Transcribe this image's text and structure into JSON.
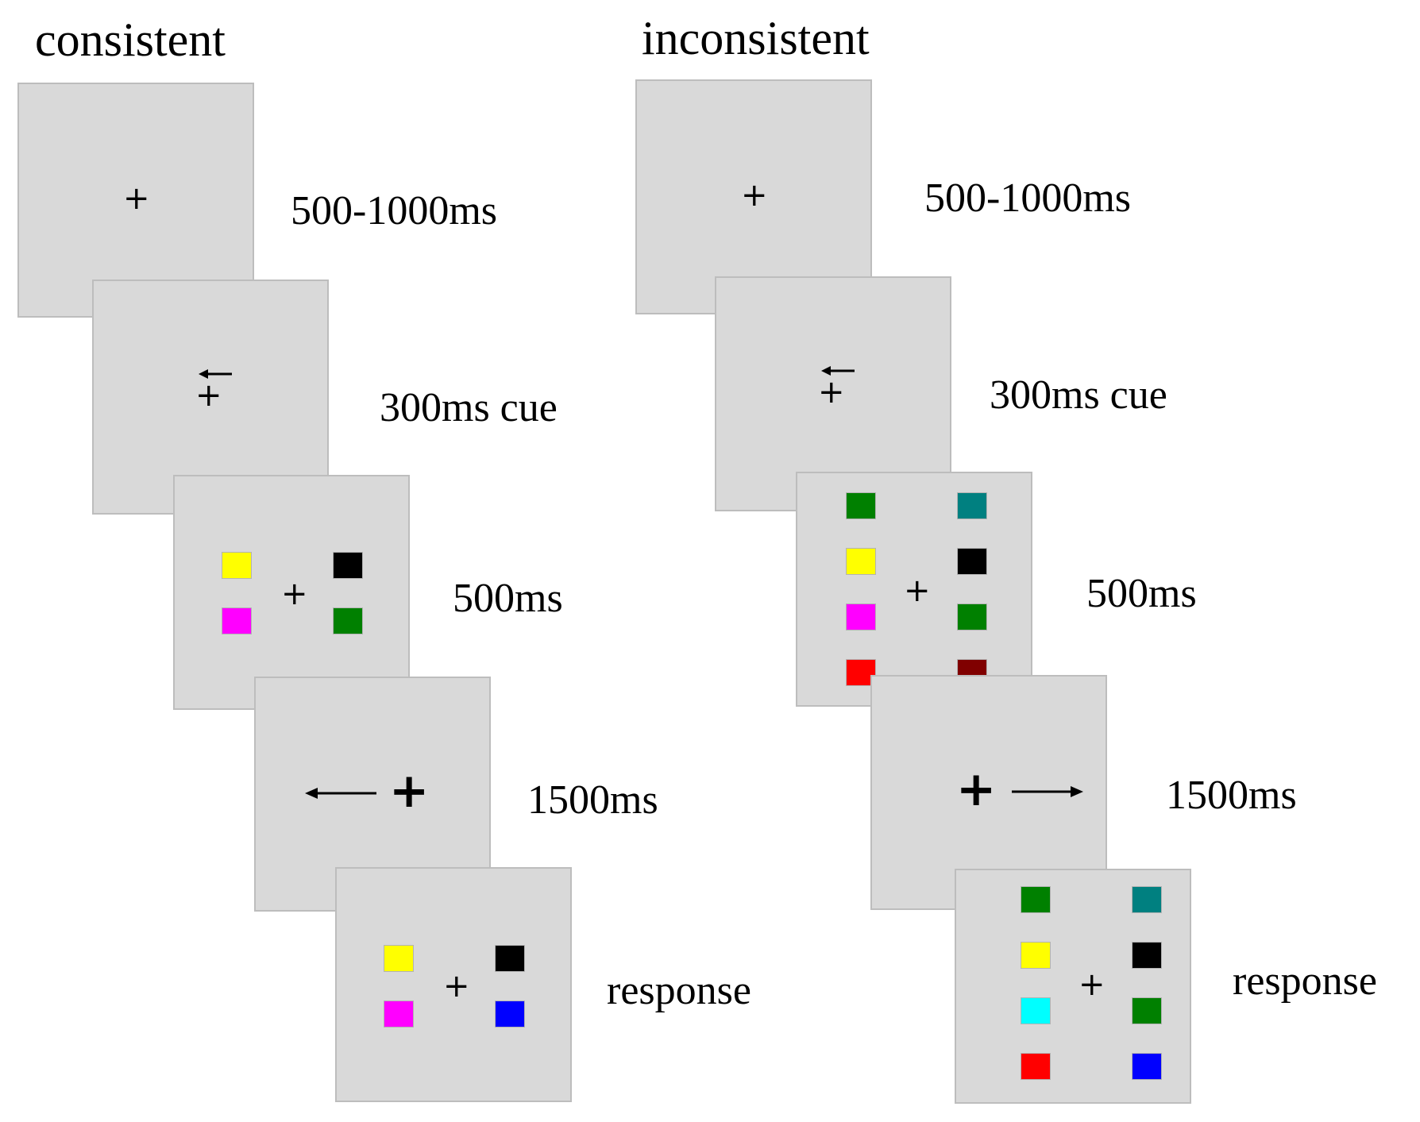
{
  "headings": {
    "left": "consistent",
    "right": "inconsistent"
  },
  "glyphs": {
    "cross": "+"
  },
  "colors": {
    "frame_bg": "#d9d9d9",
    "frame_border": "#bdbdbd",
    "yellow": "#ffff00",
    "magenta": "#ff00ff",
    "black": "#000000",
    "green": "#008000",
    "blue": "#0000ff",
    "teal": "#008080",
    "red": "#ff0000",
    "dark_red": "#800000",
    "cyan": "#00ffff"
  },
  "consistent": {
    "fixation": {
      "label": "500-1000ms"
    },
    "cue": {
      "label": "300ms cue",
      "direction": "left"
    },
    "memory": {
      "label": "500ms",
      "left_colors": [
        "yellow",
        "magenta"
      ],
      "right_colors": [
        "black",
        "green"
      ]
    },
    "delay": {
      "label": "1500ms",
      "direction": "left"
    },
    "test": {
      "label": "response",
      "left_colors": [
        "yellow",
        "magenta"
      ],
      "right_colors": [
        "black",
        "blue"
      ]
    }
  },
  "inconsistent": {
    "fixation": {
      "label": "500-1000ms"
    },
    "cue": {
      "label": "300ms cue",
      "direction": "left"
    },
    "memory": {
      "label": "500ms",
      "left_colors": [
        "green",
        "yellow",
        "magenta",
        "red"
      ],
      "right_colors": [
        "teal",
        "black",
        "green",
        "dark_red"
      ]
    },
    "delay": {
      "label": "1500ms",
      "direction": "right"
    },
    "test": {
      "label": "response",
      "left_colors": [
        "green",
        "yellow",
        "cyan",
        "red"
      ],
      "right_colors": [
        "teal",
        "black",
        "green",
        "blue"
      ]
    }
  }
}
